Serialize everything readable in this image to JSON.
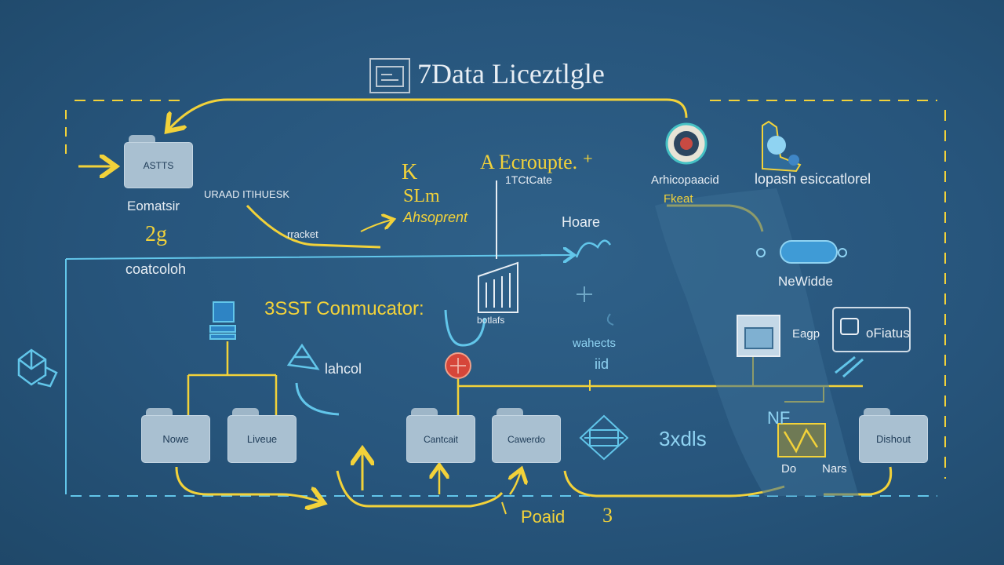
{
  "title": "7Data Liceztlgle",
  "labels": {
    "astts": "ASTTS",
    "eomatsir": "Eomatsir",
    "glyph_2g": "2g",
    "coatcoloh": "coatcoloh",
    "uraad": "URAAD ITIHUESK",
    "rracket": "rracket",
    "big_k": "K",
    "slm": "SLm",
    "ahsoprent": "Ahsoprent",
    "ecroupte": "A Ecroupte. ⁺",
    "tctcate": "1TCtCate",
    "hoare": "Hoare",
    "arhicon": "Arhicopaacid",
    "fkeat": "Fkeat",
    "lopash": "lopash esiccatlorel",
    "newidde": "NeWidde",
    "bsst": "3SST Conmucator:",
    "botlafs": "botlafs",
    "wahects": "wahects",
    "iid": "iid",
    "eagp": "Eagp",
    "ofiatus": "oFiatus",
    "lahcol": "lahcol",
    "nf": "NF",
    "dohars_a": "Do",
    "dohars_b": "Nars",
    "threexdls": "3xdls",
    "poaid": "Poaid",
    "poaid_num": "3"
  },
  "folders": {
    "nowe": "Nowe",
    "liveue": "Liveue",
    "cantcait": "Cantcait",
    "cawerdo": "Cawerdo",
    "dishout": "Dishout"
  },
  "colors": {
    "background": "#27557c",
    "yellow": "#f2d23a",
    "cyan": "#62c6ea",
    "white": "#e8eef4",
    "folder": "#a9c0d1",
    "red_node": "#d6463a"
  }
}
